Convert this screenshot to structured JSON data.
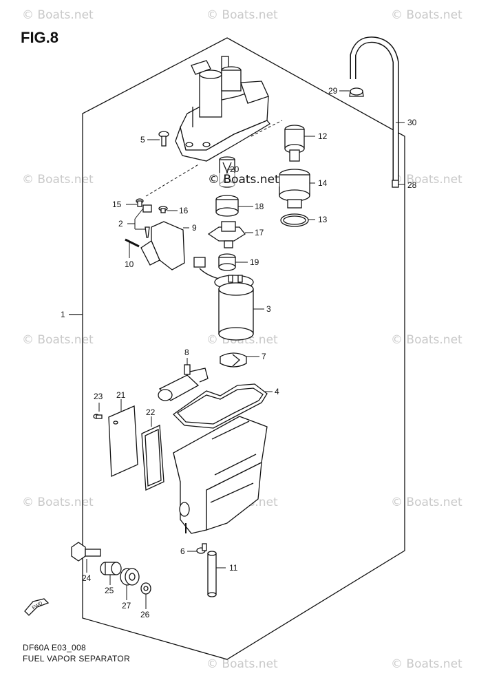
{
  "figure_title": "FIG.8",
  "footer": {
    "code": "DF60A E03_008",
    "title": "FUEL VAPOR SEPARATOR"
  },
  "watermark_text": "© Boats.net",
  "center_watermark_text": "© Boats.net",
  "fwd_label": "FWD",
  "callouts": [
    "1",
    "2",
    "3",
    "4",
    "5",
    "6",
    "7",
    "8",
    "9",
    "10",
    "11",
    "12",
    "13",
    "14",
    "15",
    "16",
    "17",
    "18",
    "19",
    "20",
    "21",
    "22",
    "23",
    "24",
    "25",
    "26",
    "27",
    "28",
    "29",
    "30"
  ]
}
